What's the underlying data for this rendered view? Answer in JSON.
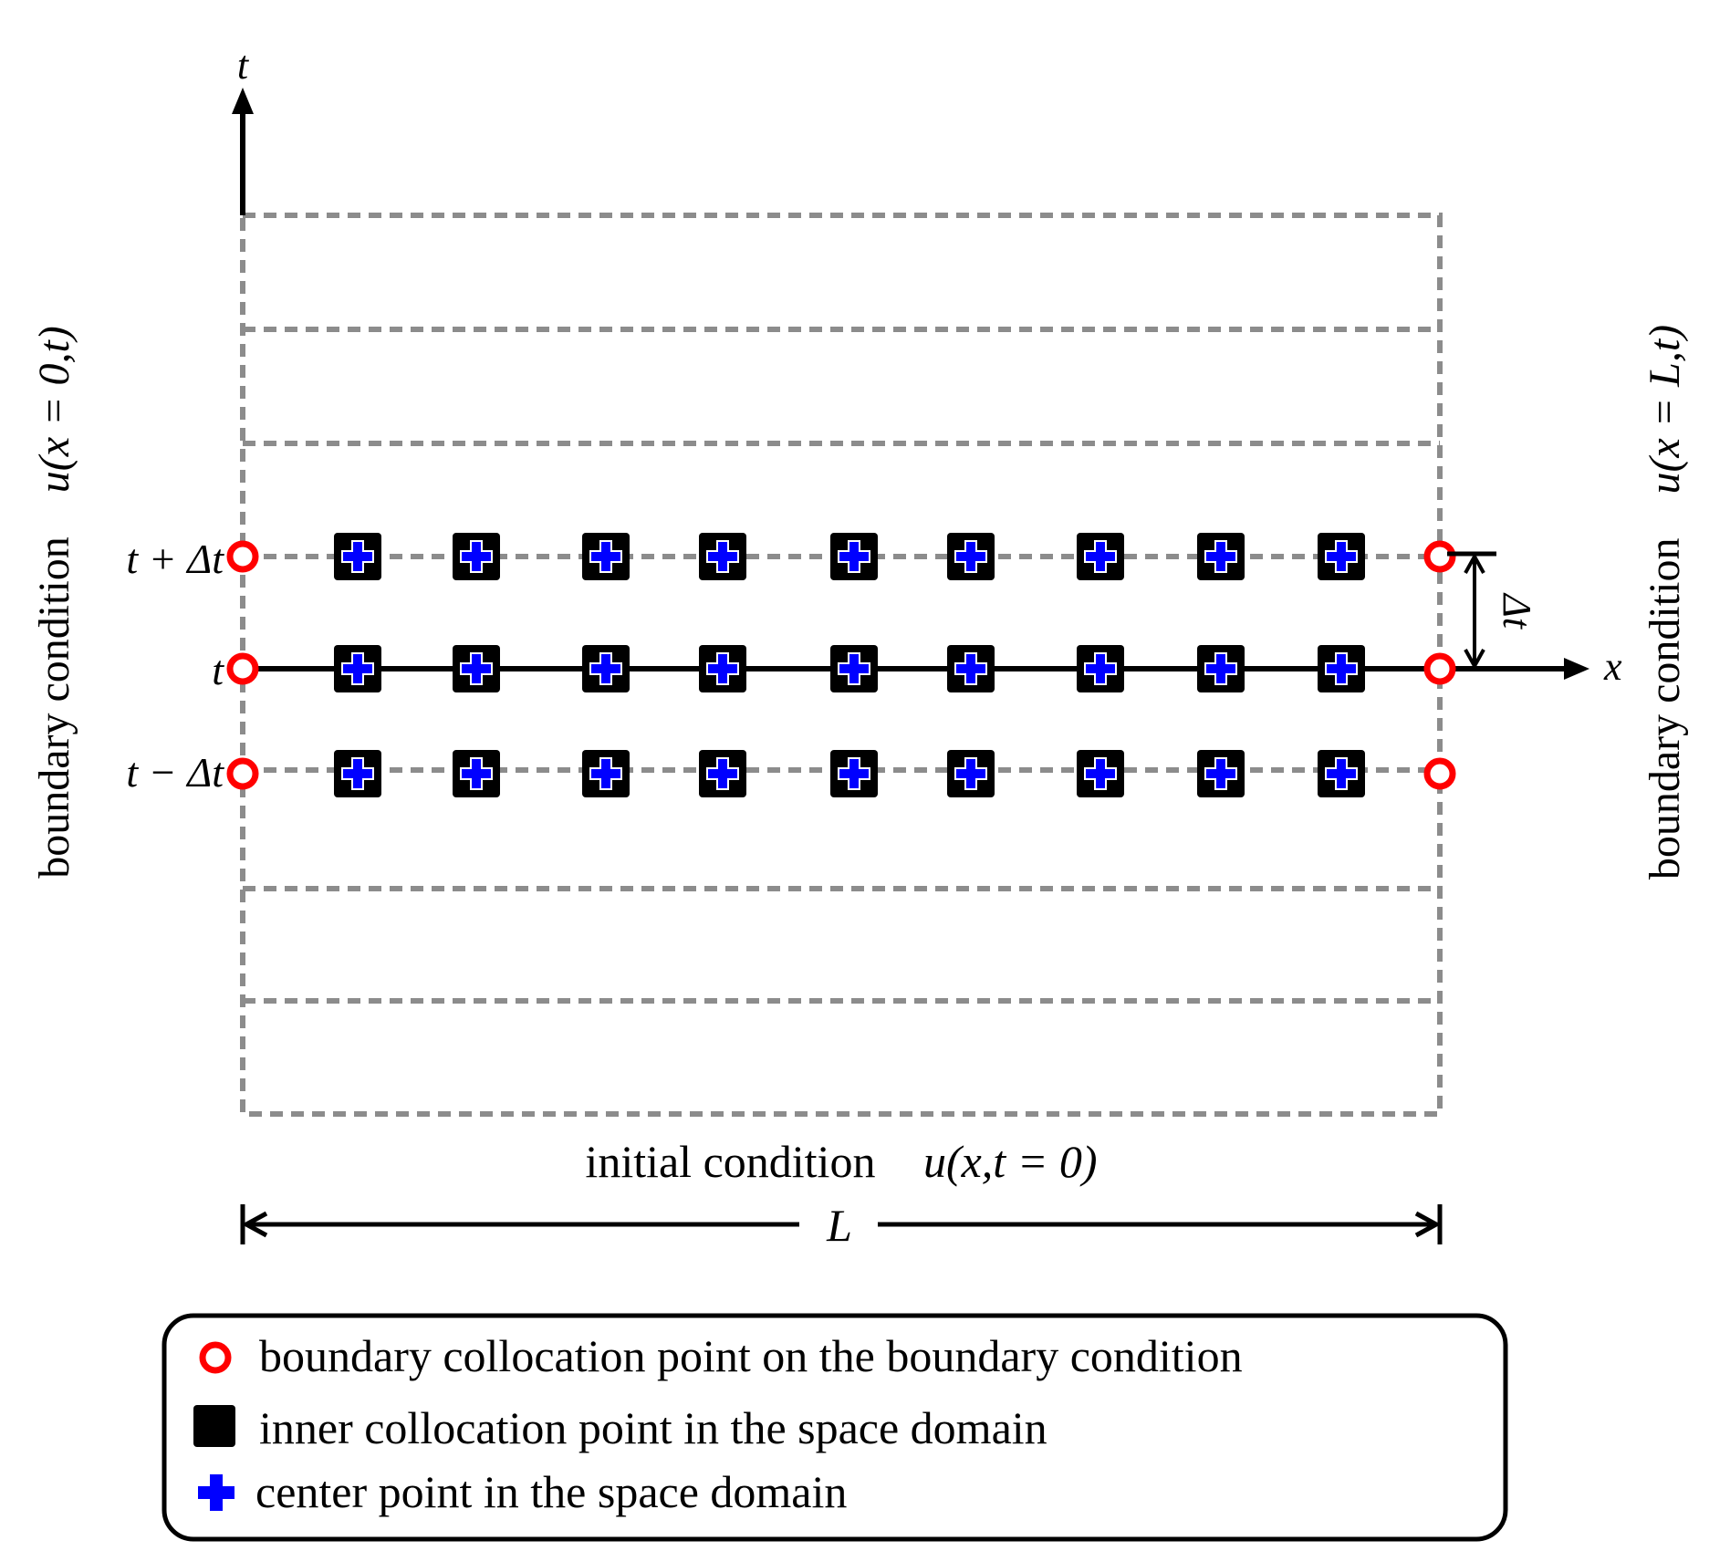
{
  "axes": {
    "t_label": "t",
    "x_label": "x"
  },
  "row_labels": {
    "upper": "t + Δt",
    "middle": "t",
    "lower": "t − Δt"
  },
  "delta_label": "Δt",
  "length_label": "L",
  "left_bc": {
    "text": "boundary condition",
    "formula": "u(x = 0,t)"
  },
  "right_bc": {
    "text": "boundary condition",
    "formula": "u(x = L,t)"
  },
  "initial_condition": {
    "text": "initial condition",
    "formula": "u(x,t = 0)"
  },
  "legend": {
    "items": [
      {
        "symbol": "circle",
        "label": "boundary collocation point on the boundary condition"
      },
      {
        "symbol": "square",
        "label": "inner collocation point in the space domain"
      },
      {
        "symbol": "plus",
        "label": "center point in the space domain"
      }
    ]
  },
  "points": {
    "inner_per_row": 9,
    "boundary_per_row": 2,
    "rows": 3
  },
  "colors": {
    "boundary_point": "#ff0000",
    "inner_point": "#000000",
    "center_point": "#0000ff",
    "dashed_grid": "#8c8c8c"
  }
}
